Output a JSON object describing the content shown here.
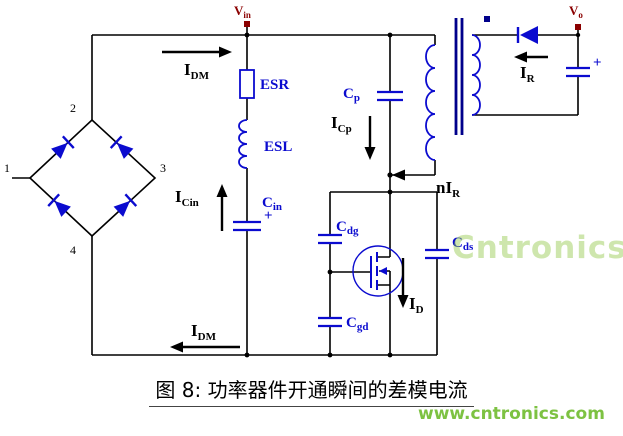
{
  "colors": {
    "wire": "#000000",
    "component_blue": "#0b0bcf",
    "core_navy": "#00008b",
    "terminal_red": "#8b0000",
    "watermark_green": "#7dc242",
    "caption_black": "#000000"
  },
  "terminals": {
    "vin": {
      "main": "V",
      "sub": "in"
    },
    "vo": {
      "main": "V",
      "sub": "o"
    }
  },
  "bridge": {
    "pins": [
      "1",
      "2",
      "3",
      "4"
    ]
  },
  "components": {
    "esr": "ESR",
    "esl": "ESL",
    "cin": {
      "main": "C",
      "sub": "in"
    },
    "cp": {
      "main": "C",
      "sub": "p"
    },
    "cdg": {
      "main": "C",
      "sub": "dg"
    },
    "cds": {
      "main": "C",
      "sub": "ds"
    },
    "cgd": {
      "main": "C",
      "sub": "gd"
    },
    "plus": "+"
  },
  "currents": {
    "idm_top": {
      "main": "I",
      "sub": "DM"
    },
    "idm_bottom": {
      "main": "I",
      "sub": "DM"
    },
    "icin": {
      "main": "I",
      "sub": "Cin"
    },
    "icp": {
      "main": "I",
      "sub": "Cp"
    },
    "nir": {
      "main": "nI",
      "sub": "R"
    },
    "id": {
      "main": "I",
      "sub": "D"
    },
    "ir": {
      "main": "I",
      "sub": "R"
    }
  },
  "figure": {
    "caption": "图 8: 功率器件开通瞬间的差模电流"
  },
  "watermark": {
    "url": "www.cntronics.com",
    "brand": "Cntronics"
  }
}
